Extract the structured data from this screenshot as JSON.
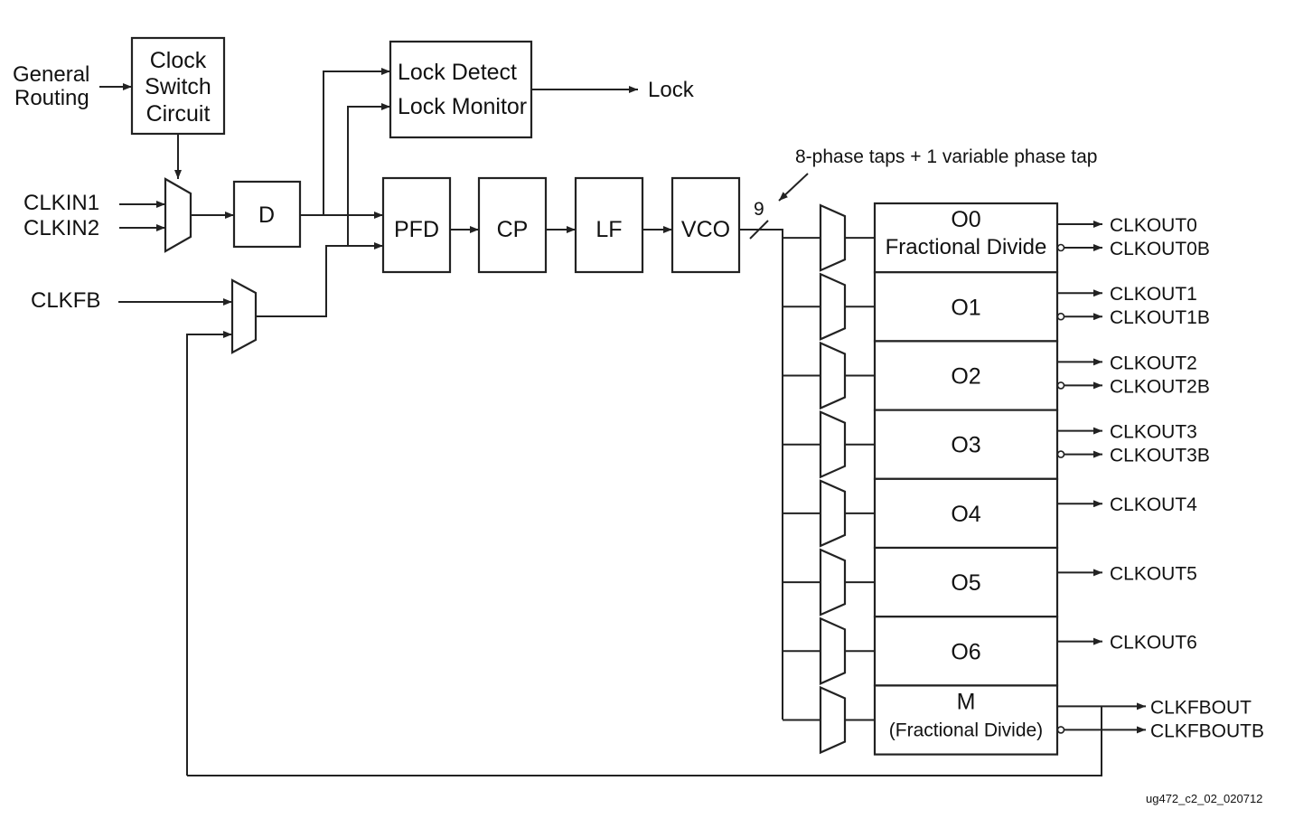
{
  "inputs": {
    "general_routing": [
      "General",
      "Routing"
    ],
    "clkin1": "CLKIN1",
    "clkin2": "CLKIN2",
    "clkfb": "CLKFB"
  },
  "blocks": {
    "clock_switch": [
      "Clock",
      "Switch",
      "Circuit"
    ],
    "divider_d": "D",
    "lock_detect": "Lock Detect",
    "lock_monitor": "Lock Monitor",
    "pfd": "PFD",
    "cp": "CP",
    "lf": "LF",
    "vco": "VCO"
  },
  "lock_output": "Lock",
  "bus": {
    "width_label": "9",
    "annotation": "8-phase taps + 1 variable phase tap"
  },
  "counters": [
    {
      "name": "O0",
      "subtitle": "Fractional Divide",
      "outputs": [
        "CLKOUT0",
        "CLKOUT0B"
      ]
    },
    {
      "name": "O1",
      "subtitle": "",
      "outputs": [
        "CLKOUT1",
        "CLKOUT1B"
      ]
    },
    {
      "name": "O2",
      "subtitle": "",
      "outputs": [
        "CLKOUT2",
        "CLKOUT2B"
      ]
    },
    {
      "name": "O3",
      "subtitle": "",
      "outputs": [
        "CLKOUT3",
        "CLKOUT3B"
      ]
    },
    {
      "name": "O4",
      "subtitle": "",
      "outputs": [
        "CLKOUT4"
      ]
    },
    {
      "name": "O5",
      "subtitle": "",
      "outputs": [
        "CLKOUT5"
      ]
    },
    {
      "name": "O6",
      "subtitle": "",
      "outputs": [
        "CLKOUT6"
      ]
    },
    {
      "name": "M",
      "subtitle": "(Fractional Divide)",
      "outputs": [
        "CLKFBOUT",
        "CLKFBOUTB"
      ]
    }
  ],
  "figure_ref": "ug472_c2_02_020712"
}
